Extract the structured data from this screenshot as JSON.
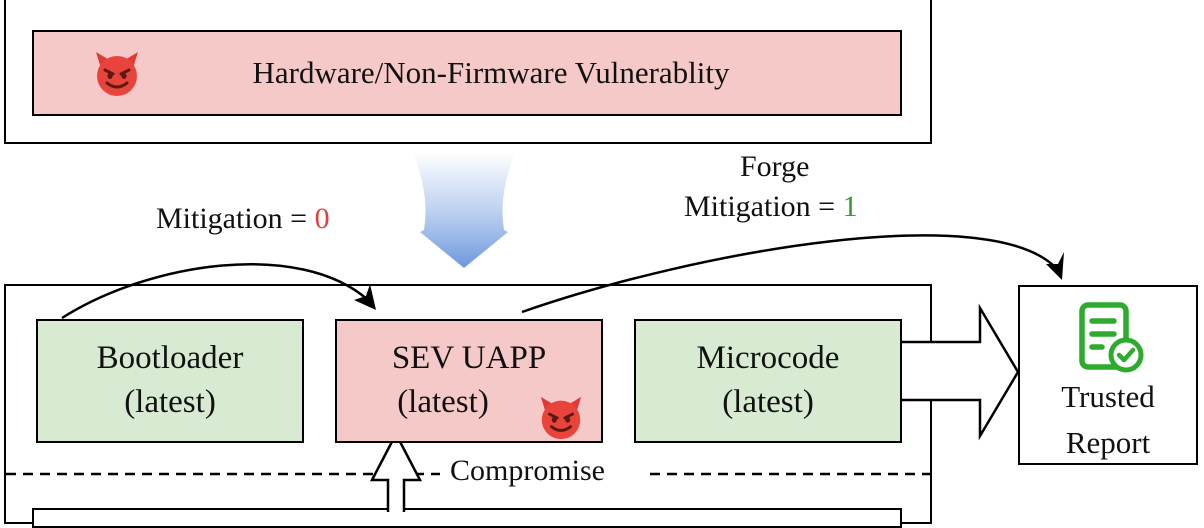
{
  "top_box": {
    "label": "Hardware/Non-Firmware Vulnerablity",
    "icon": "devil-emoji-icon"
  },
  "labels": {
    "mitigation_left_prefix": "Mitigation = ",
    "mitigation_left_value": "0",
    "forge_line1": "Forge",
    "forge_prefix": "Mitigation = ",
    "forge_value": "1",
    "compromise": "Compromise"
  },
  "components": {
    "bootloader": {
      "line1": "Bootloader",
      "line2": "(latest)"
    },
    "sev_uapp": {
      "line1": "SEV UAPP",
      "line2": "(latest)"
    },
    "microcode": {
      "line1": "Microcode",
      "line2": "(latest)"
    }
  },
  "report": {
    "line1": "Trusted",
    "line2": "Report",
    "icon": "document-check-icon"
  },
  "colors": {
    "green_box": "#d8ead2",
    "pink_box": "#f6c9c9",
    "value_red": "#d9413b",
    "value_green": "#2e9e2e",
    "report_icon": "#2eaa2e",
    "down_arrow": "#7fa6e0"
  }
}
